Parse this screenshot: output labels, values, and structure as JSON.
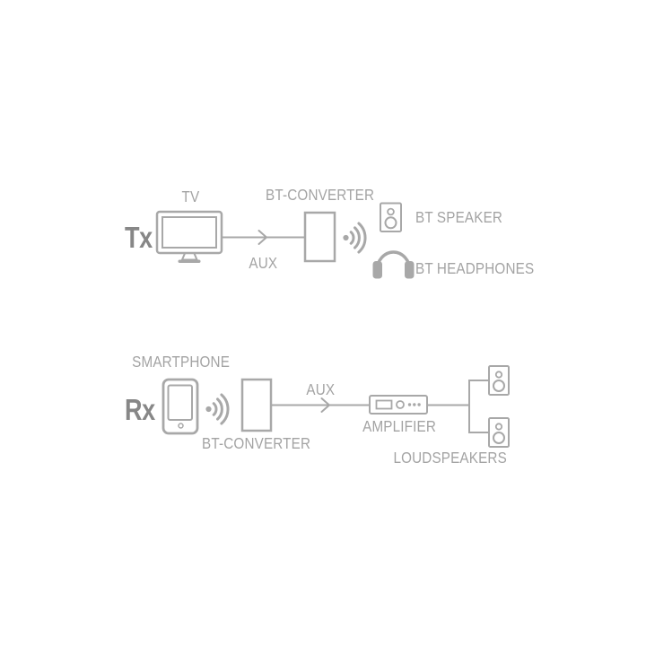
{
  "tx_flow": {
    "mode_label": "Tx",
    "source_label": "TV",
    "cable_label": "AUX",
    "converter_label": "BT-CONVERTER",
    "output_speaker_label": "BT SPEAKER",
    "output_headphones_label": "BT HEADPHONES"
  },
  "rx_flow": {
    "mode_label": "Rx",
    "source_label": "SMARTPHONE",
    "converter_label": "BT-CONVERTER",
    "cable_label": "AUX",
    "amplifier_label": "AMPLIFIER",
    "outputs_label": "LOUDSPEAKERS"
  },
  "icons": {
    "tv": "tv-icon",
    "smartphone": "smartphone-icon",
    "converter": "converter-box",
    "wireless": "wireless-waves-icon",
    "bt_speaker": "speaker-icon",
    "bt_headphones": "headphones-icon",
    "amplifier": "amplifier-icon",
    "loudspeakers": "loudspeaker-icon",
    "arrow": "arrow-right-icon"
  },
  "colors": {
    "diagram_gray": "#a8a8a8",
    "mode_label_gray": "#878787",
    "background": "#ffffff"
  }
}
